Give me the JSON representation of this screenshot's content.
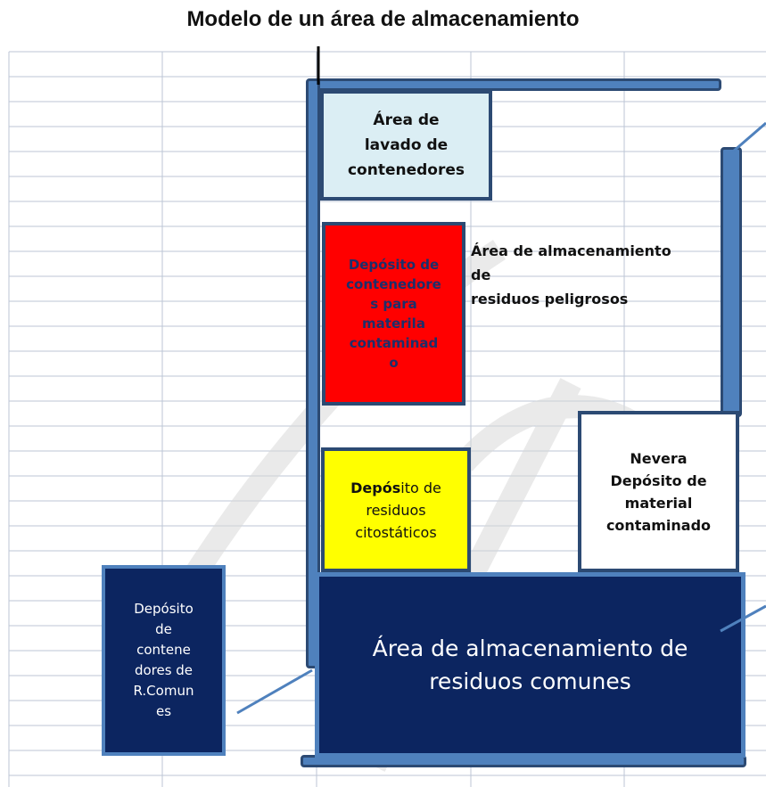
{
  "title": "Modelo de un área de almacenamiento",
  "colors": {
    "wall_blue": "#4f81bd",
    "wall_border": "#2c4a73",
    "dark_navy": "#0c2560",
    "light_blue_fill": "#dbeef4",
    "red_fill": "#ff0000",
    "yellow_fill": "#ffff00",
    "white_fill": "#ffffff",
    "grid_line": "#bcc6d6"
  },
  "zones": {
    "washing": "Área de\nlavado de\ncontenedores",
    "contaminated_containers": "Depósito de\ncontenedore\ns para\nmaterila\ncontaminad\no",
    "hazardous_area": "Área de almacenamiento\nde\nresiduos peligrosos",
    "cytostatic_prefix": "Depós",
    "cytostatic_rest": "ito de\nresiduos\ncitostáticos",
    "fridge": "Nevera\nDepósito de\nmaterial\ncontaminado",
    "common_waste_area": "Área de almacenamiento de\nresiduos comunes",
    "common_containers": "Depósito\nde\ncontene\ndores de\nR.Comun\nes"
  }
}
